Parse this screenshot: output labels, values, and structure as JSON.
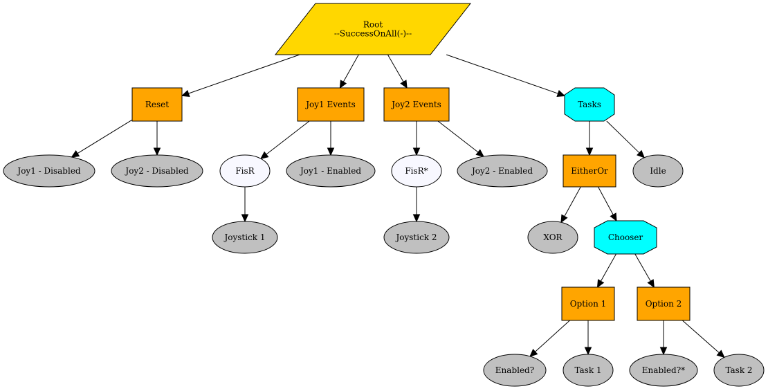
{
  "nodes": [
    {
      "id": "root",
      "lines": [
        "Root",
        "--SuccessOnAll(-)--"
      ],
      "color": "#FFD700"
    },
    {
      "id": "reset",
      "lines": [
        "Reset"
      ],
      "color": "#FFA500"
    },
    {
      "id": "joy1-events",
      "lines": [
        "Joy1 Events"
      ],
      "color": "#FFA500"
    },
    {
      "id": "joy2-events",
      "lines": [
        "Joy2 Events"
      ],
      "color": "#FFA500"
    },
    {
      "id": "tasks",
      "lines": [
        "Tasks"
      ],
      "color": "#00FFFF"
    },
    {
      "id": "joy1-disabled",
      "lines": [
        "Joy1 - Disabled"
      ],
      "color": "#C0C0C0"
    },
    {
      "id": "joy2-disabled",
      "lines": [
        "Joy2 - Disabled"
      ],
      "color": "#C0C0C0"
    },
    {
      "id": "fisr",
      "lines": [
        "FisR"
      ],
      "color": "#F8F8FF"
    },
    {
      "id": "joy1-enabled",
      "lines": [
        "Joy1 - Enabled"
      ],
      "color": "#C0C0C0"
    },
    {
      "id": "fisr-star",
      "lines": [
        "FisR*"
      ],
      "color": "#F8F8FF"
    },
    {
      "id": "joy2-enabled",
      "lines": [
        "Joy2 - Enabled"
      ],
      "color": "#C0C0C0"
    },
    {
      "id": "eitheror",
      "lines": [
        "EitherOr"
      ],
      "color": "#FFA500"
    },
    {
      "id": "idle",
      "lines": [
        "Idle"
      ],
      "color": "#C0C0C0"
    },
    {
      "id": "joystick-1",
      "lines": [
        "Joystick 1"
      ],
      "color": "#C0C0C0"
    },
    {
      "id": "joystick-2",
      "lines": [
        "Joystick 2"
      ],
      "color": "#C0C0C0"
    },
    {
      "id": "xor",
      "lines": [
        "XOR"
      ],
      "color": "#C0C0C0"
    },
    {
      "id": "chooser",
      "lines": [
        "Chooser"
      ],
      "color": "#00FFFF"
    },
    {
      "id": "option-1",
      "lines": [
        "Option 1"
      ],
      "color": "#FFA500"
    },
    {
      "id": "option-2",
      "lines": [
        "Option 2"
      ],
      "color": "#FFA500"
    },
    {
      "id": "enabled-q",
      "lines": [
        "Enabled?"
      ],
      "color": "#C0C0C0"
    },
    {
      "id": "task-1",
      "lines": [
        "Task 1"
      ],
      "color": "#C0C0C0"
    },
    {
      "id": "enabled-q-star",
      "lines": [
        "Enabled?*"
      ],
      "color": "#C0C0C0"
    },
    {
      "id": "task-2",
      "lines": [
        "Task 2"
      ],
      "color": "#C0C0C0"
    }
  ],
  "edges": [
    [
      "root",
      "reset"
    ],
    [
      "root",
      "joy1-events"
    ],
    [
      "root",
      "joy2-events"
    ],
    [
      "root",
      "tasks"
    ],
    [
      "reset",
      "joy1-disabled"
    ],
    [
      "reset",
      "joy2-disabled"
    ],
    [
      "joy1-events",
      "fisr"
    ],
    [
      "joy1-events",
      "joy1-enabled"
    ],
    [
      "joy2-events",
      "fisr-star"
    ],
    [
      "joy2-events",
      "joy2-enabled"
    ],
    [
      "tasks",
      "eitheror"
    ],
    [
      "tasks",
      "idle"
    ],
    [
      "fisr",
      "joystick-1"
    ],
    [
      "fisr-star",
      "joystick-2"
    ],
    [
      "eitheror",
      "xor"
    ],
    [
      "eitheror",
      "chooser"
    ],
    [
      "chooser",
      "option-1"
    ],
    [
      "chooser",
      "option-2"
    ],
    [
      "option-1",
      "enabled-q"
    ],
    [
      "option-1",
      "task-1"
    ],
    [
      "option-2",
      "enabled-q-star"
    ],
    [
      "option-2",
      "task-2"
    ]
  ]
}
